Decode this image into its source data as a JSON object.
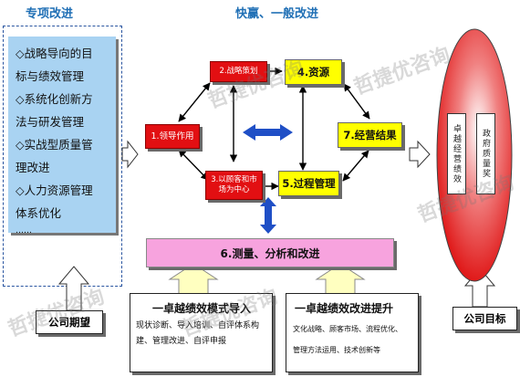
{
  "headings": {
    "left": "专项改进",
    "top": "快赢、一般改进"
  },
  "special_items": [
    "◇战略导向的目",
    "标与绩效管理",
    "◇系统化创新方",
    "法与研发管理",
    "◇实战型质量管",
    "理改进",
    "◇人力资源管理",
    "体系优化",
    "……"
  ],
  "nodes": {
    "strategy": "2.战略策划",
    "resources": "4.资源",
    "leadership": "1.领导作用",
    "results": "7.经营结果",
    "customer": "3.以顾客和市场为中心",
    "process": "5.过程管理",
    "measure": "6.测量、分析和改进"
  },
  "bottom": {
    "mode_title": "一卓越绩效模式导入",
    "mode_desc": "现状诊断、导入培训、自评体系构建、管理改进、自评申报",
    "improve_title": "一卓越绩效改进提升",
    "improve_line1": "文化战略、顾客市场、流程优化、",
    "improve_line2": "管理方法运用、技术创新等"
  },
  "expectation_label": "公司期望",
  "goal_label": "公司目标",
  "oval_columns": [
    "卓越经营绩效",
    "政府质量奖"
  ],
  "watermark": "哲捷优咨询",
  "colors": {
    "accent": "#1f6fb5",
    "red_box": "#e20f12",
    "yellow_box": "#ffff00",
    "pink_box": "#f7a3de",
    "panel": "#a9d3f2",
    "double_arrow": "#1f4fc6"
  }
}
